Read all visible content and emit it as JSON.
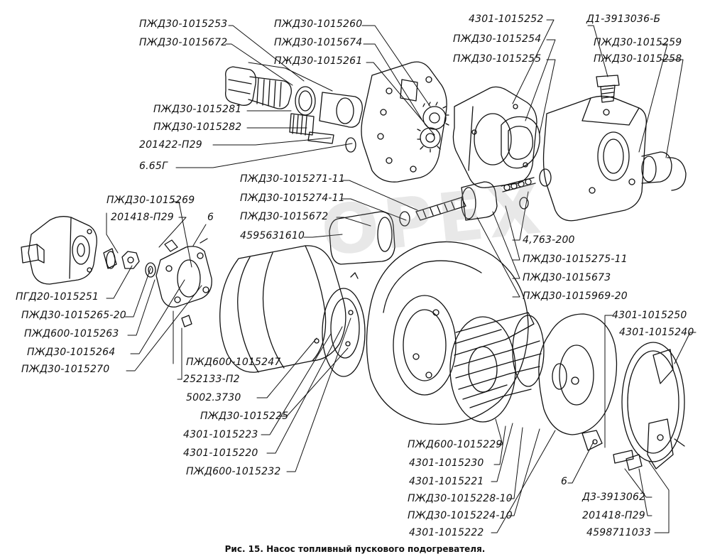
{
  "labels": {
    "l01": "ПЖД30-1015253",
    "l02": "ПЖД30-1015672",
    "l03": "ПЖД30-1015281",
    "l04": "ПЖД30-1015282",
    "l05": "201422-П29",
    "l06": "6.65Г",
    "l07": "ПЖД30-1015260",
    "l08": "ПЖД30-1015674",
    "l09": "ПЖД30-1015261",
    "l10": "4301-1015252",
    "l11": "ПЖД30-1015254",
    "l12": "ПЖД30-1015255",
    "l13": "Д1-3913036-Б",
    "l14": "ПЖД30-1015259",
    "l15": "ПЖД30-1015258",
    "l16": "ПЖД30-1015271-11",
    "l17": "ПЖД30-1015274-11",
    "l18": "ПЖД30-1015672",
    "l19": "4595631610",
    "l20": "ПЖД30-1015269",
    "l21": "201418-П29",
    "l22": "6",
    "l23": "ПГД20-1015251",
    "l24": "ПЖД30-1015265-20",
    "l25": "ПЖД600-1015263",
    "l26": "ПЖД30-1015264",
    "l27": "ПЖД30-1015270",
    "l28": "ПЖД600-1015247",
    "l29": "252133-П2",
    "l30": "5002.3730",
    "l31": "ПЖД30-1015225",
    "l32": "4301-1015223",
    "l33": "4301-1015220",
    "l34": "ПЖД600-1015232",
    "l35": "4,763-200",
    "l36": "ПЖД30-1015275-11",
    "l37": "ПЖД30-1015673",
    "l38": "ПЖД30-1015969-20",
    "l39": "4301-1015250",
    "l40": "4301-1015240",
    "l41": "ПЖД600-1015229",
    "l42": "4301-1015230",
    "l43": "4301-1015221",
    "l44": "ПЖД30-1015228-10",
    "l45": "ПЖД30-1015224-10",
    "l46": "4301-1015222",
    "l47": "6",
    "l48": "Д3-3913062",
    "l49": "201418-П29",
    "l50": "4598711033"
  },
  "caption": "Рис. 15. Насос топливный пускового подогревателя.",
  "watermark": "OPEX",
  "colors": {
    "ink": "#111111",
    "paper": "#ffffff"
  }
}
